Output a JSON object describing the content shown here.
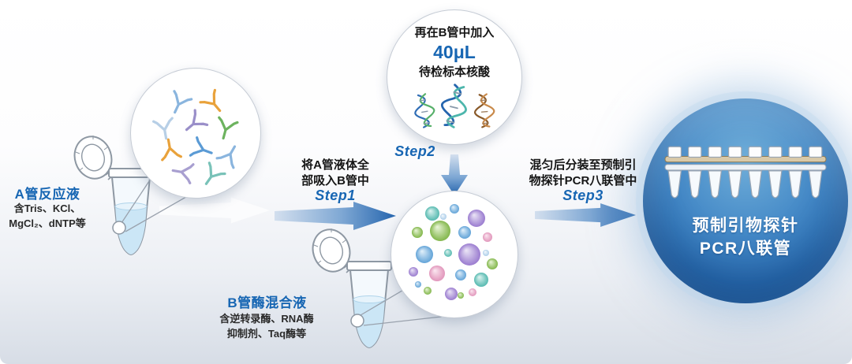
{
  "tube_a": {
    "title": "A管反应液",
    "desc_line1": "含Tris、KCl、",
    "desc_line2": "MgCl₂、dNTP等"
  },
  "tube_b": {
    "title": "B管酶混合液",
    "desc_line1": "含逆转录酶、RNA酶",
    "desc_line2": "抑制剂、Taq酶等"
  },
  "step1": {
    "label": "Step1",
    "desc_line1": "将A管液体全",
    "desc_line2": "部吸入B管中"
  },
  "step2": {
    "label": "Step2"
  },
  "step3": {
    "label": "Step3",
    "desc_line1": "混匀后分装至预制引",
    "desc_line2": "物探针PCR八联管中"
  },
  "sample_bubble": {
    "line1": "再在B管中加入",
    "volume": "40μL",
    "line3": "待检标本核酸"
  },
  "result_sphere": {
    "line1": "预制引物探针",
    "line2": "PCR八联管"
  },
  "icons": {
    "tube": "microcentrifuge-tube",
    "antibody": "antibody-y-icon",
    "dna": "dna-helix-icon",
    "bubbles": "reagent-bubbles",
    "pcr_strip": "pcr-8-strip-tubes"
  },
  "colors": {
    "accent_blue": "#1766b3",
    "arrow_start": "#d3dfee",
    "arrow_end": "#2565ae",
    "sphere_blue": "#2a6db3",
    "tube_liquid": "#cbe6f6",
    "background_bottom": "#d7dde6"
  }
}
